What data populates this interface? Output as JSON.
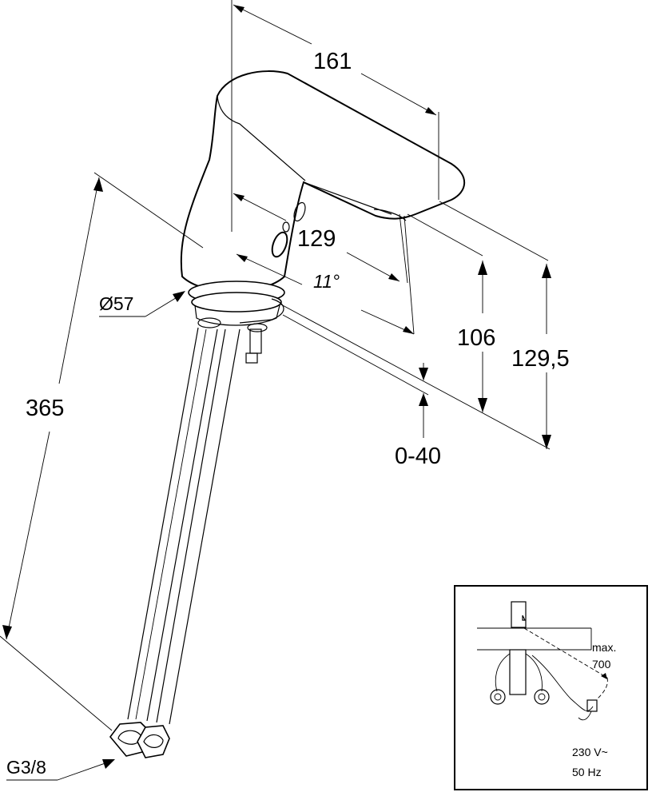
{
  "dimensions": {
    "reach": "161",
    "spout_length": "129",
    "angle": "11°",
    "spout_height": "106",
    "total_height": "129,5",
    "deck_thickness": "0-40",
    "hose_length": "365",
    "base_diameter": "Ø57",
    "connection_thread": "G3/8"
  },
  "inset": {
    "cable_length_label": "max.",
    "cable_length_value": "700",
    "voltage": "230 V~",
    "frequency": "50 Hz"
  }
}
